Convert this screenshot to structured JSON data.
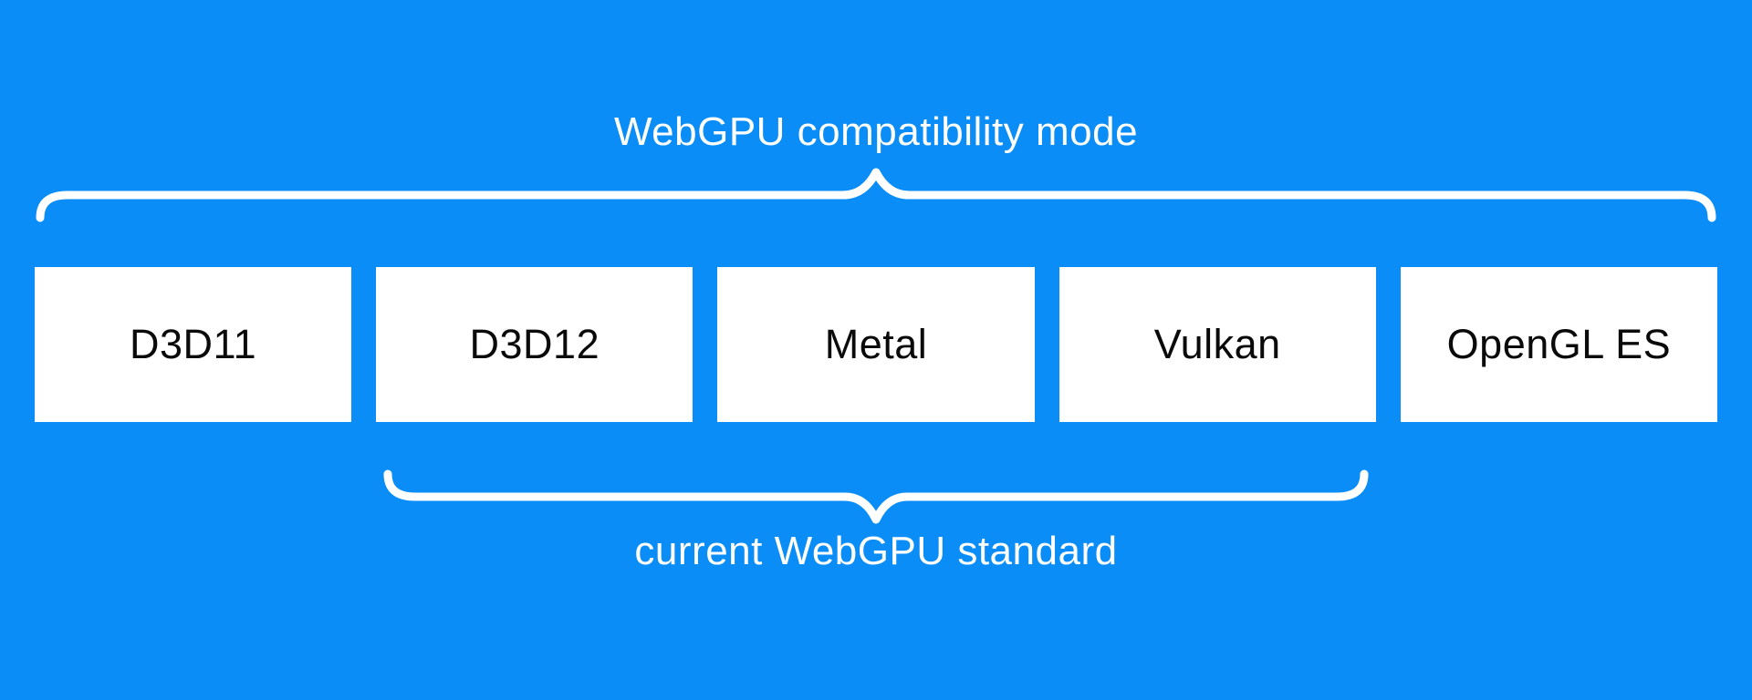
{
  "colors": {
    "background": "#0a8df7",
    "box-bg": "#ffffff",
    "box-text": "#0a0a0a",
    "label-text": "#ffffff",
    "brace": "#ffffff"
  },
  "diagram": {
    "top_label": "WebGPU compatibility mode",
    "bottom_label": "current WebGPU standard",
    "boxes": [
      {
        "label": "D3D11"
      },
      {
        "label": "D3D12"
      },
      {
        "label": "Metal"
      },
      {
        "label": "Vulkan"
      },
      {
        "label": "OpenGL ES"
      }
    ]
  }
}
